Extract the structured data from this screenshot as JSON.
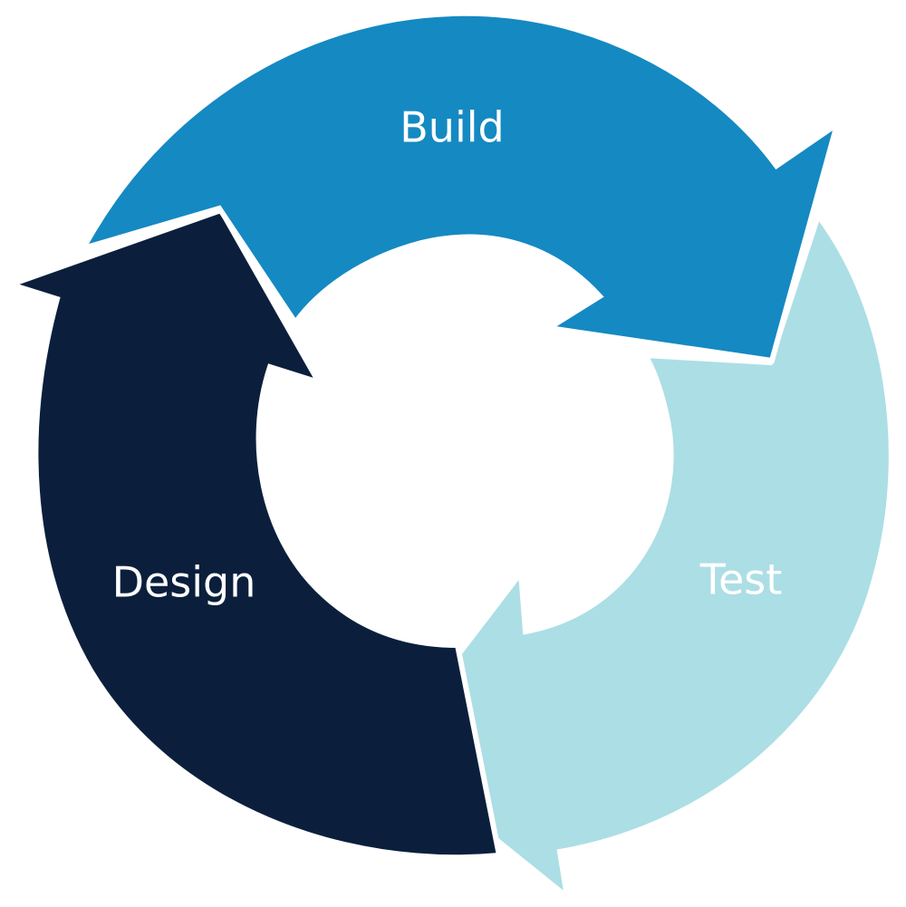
{
  "diagram": {
    "type": "cycle",
    "stages": [
      {
        "id": "build",
        "label": "Build",
        "color": "#1589C2"
      },
      {
        "id": "test",
        "label": "Test",
        "color": "#ACDEE5"
      },
      {
        "id": "design",
        "label": "Design",
        "color": "#0B1F3C"
      }
    ],
    "flow": [
      "Design",
      "Build",
      "Test",
      "Design"
    ]
  }
}
